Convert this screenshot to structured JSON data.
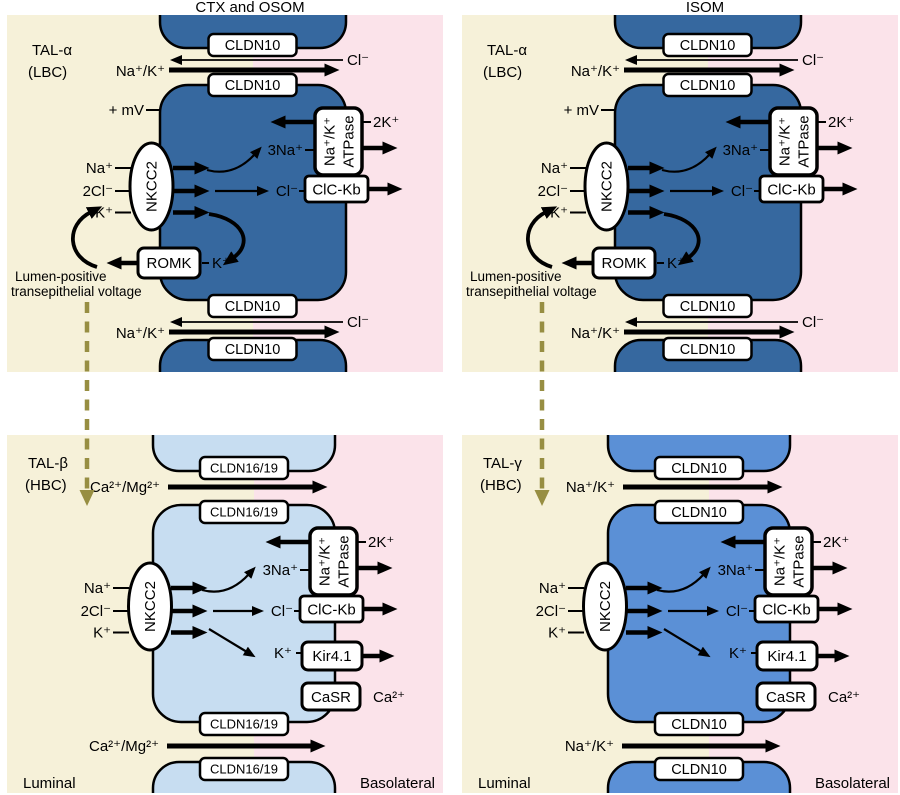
{
  "figure": {
    "title_left": "CTX and OSOM",
    "title_right": "ISOM"
  },
  "colors": {
    "cream": "#f6f1d9",
    "pink": "#fbe3ea",
    "cell_dark": "#36689f",
    "cell_light": "#c7ddf1",
    "cell_medium": "#5b90d6",
    "olive": "#978e42",
    "red": "#e8251d"
  },
  "ions": {
    "na": "Na⁺",
    "cl2": "2Cl⁻",
    "k": "K⁺",
    "na3": "3Na⁺",
    "k2": "2K⁺",
    "cl": "Cl⁻",
    "nak": "Na⁺/K⁺",
    "camg": "Ca²⁺/Mg²⁺",
    "ca": "Ca²⁺",
    "mv": "+ mV"
  },
  "proteins": {
    "nkcc2": "NKCC2",
    "atpase_line1": "Na⁺/K⁺",
    "atpase_line2": "ATPase",
    "clckb": "ClC-Kb",
    "romk": "ROMK",
    "kir41": "Kir4.1",
    "casr": "CaSR",
    "cldn10": "CLDN10",
    "cldn1619": "CLDN16/19"
  },
  "panels": {
    "tal_alpha_ctx": {
      "name": "TAL-α",
      "subtype": "(LBC)"
    },
    "tal_alpha_isom": {
      "name": "TAL-α",
      "subtype": "(LBC)"
    },
    "tal_beta": {
      "name": "TAL-β",
      "subtype": "(HBC)"
    },
    "tal_gamma": {
      "name": "TAL-γ",
      "subtype": "(HBC)"
    }
  },
  "notes": {
    "voltage_line1": "Lumen-positive",
    "voltage_line2": "transepithelial voltage"
  },
  "footer": {
    "luminal": "Luminal",
    "basolateral": "Basolateral"
  }
}
